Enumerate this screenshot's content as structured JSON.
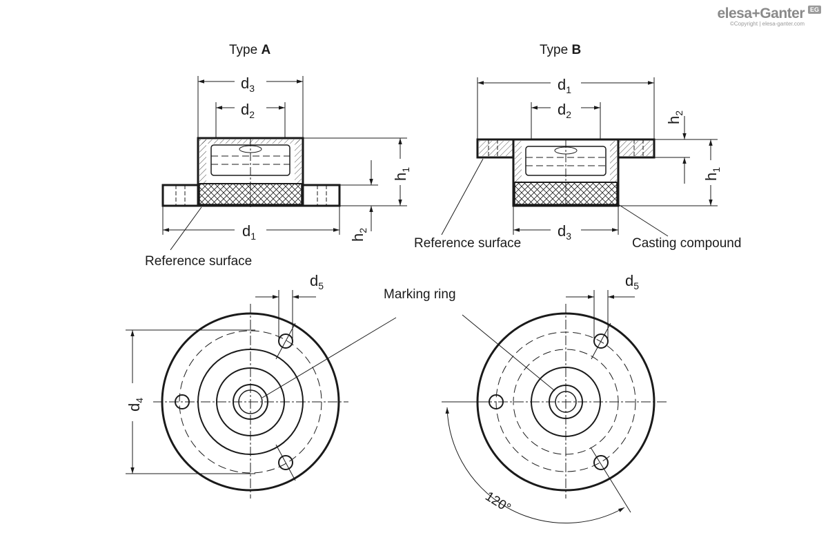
{
  "brand": {
    "logo": "elesa+Ganter",
    "badge": "EG",
    "copyright": "©Copyright | elesa-ganter.com"
  },
  "type_a": {
    "prefix": "Type ",
    "letter": "A",
    "reference_surface": "Reference surface",
    "dims": {
      "d1": {
        "main": "d",
        "sub": "1"
      },
      "d2": {
        "main": "d",
        "sub": "2"
      },
      "d3": {
        "main": "d",
        "sub": "3"
      },
      "h1": {
        "main": "h",
        "sub": "1"
      },
      "h2": {
        "main": "h",
        "sub": "2"
      }
    }
  },
  "type_b": {
    "prefix": "Type ",
    "letter": "B",
    "reference_surface": "Reference surface",
    "casting_compound": "Casting compound",
    "dims": {
      "d1": {
        "main": "d",
        "sub": "1"
      },
      "d2": {
        "main": "d",
        "sub": "2"
      },
      "d3": {
        "main": "d",
        "sub": "3"
      },
      "h1": {
        "main": "h",
        "sub": "1"
      },
      "h2": {
        "main": "h",
        "sub": "2"
      }
    }
  },
  "top_views": {
    "marking_ring": "Marking ring",
    "d4": {
      "main": "d",
      "sub": "4"
    },
    "d5_left": {
      "main": "d",
      "sub": "5"
    },
    "d5_right": {
      "main": "d",
      "sub": "5"
    },
    "angle": "120°"
  }
}
